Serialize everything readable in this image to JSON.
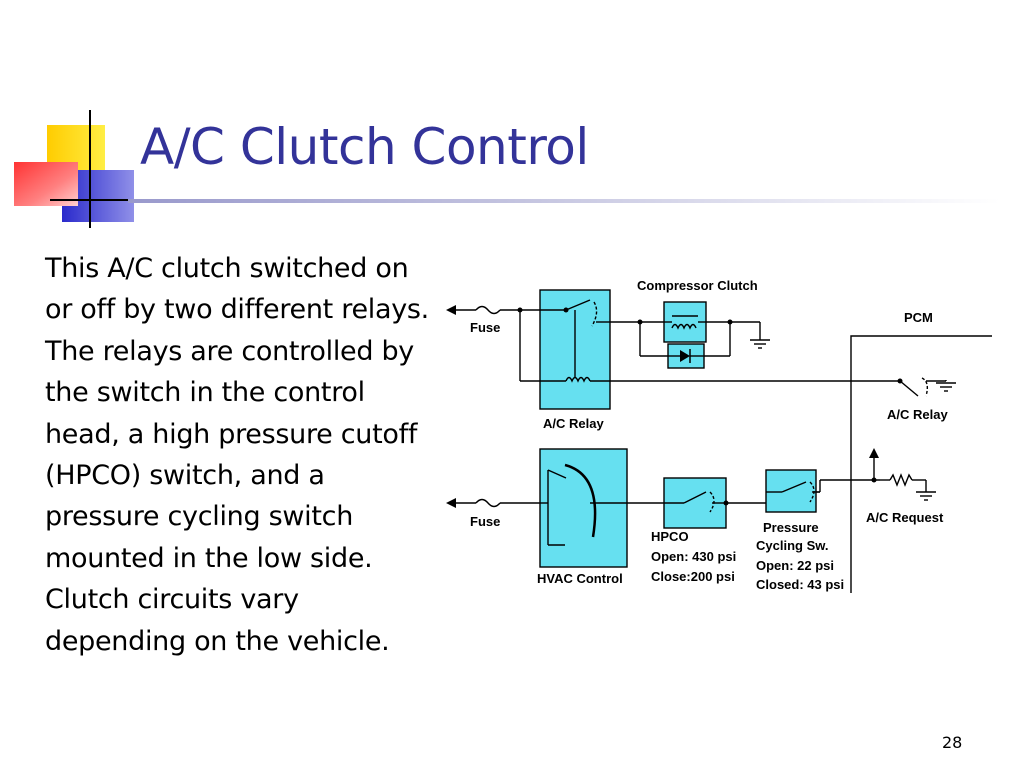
{
  "slide": {
    "title": "A/C Clutch Control",
    "body": "This A/C clutch switched on or off by two different relays. The relays are controlled by the switch in the control head, a high pressure cutoff (HPCO) switch, and a pressure cycling switch mounted in the low side. Clutch circuits vary depending on the vehicle.",
    "page_number": "28"
  },
  "colors": {
    "title": "#333399",
    "component_fill": "#66e0f0",
    "accent_yellow": "#ffcc00",
    "accent_red": "#ff5050",
    "accent_blue": "#3333cc"
  },
  "diagram": {
    "labels": {
      "compressor_clutch": "Compressor Clutch",
      "pcm": "PCM",
      "fuse_top": "Fuse",
      "ac_relay": "A/C Relay",
      "pcm_ac_relay": "A/C Relay",
      "fuse_bottom": "Fuse",
      "hvac_control": "HVAC Control",
      "hpco": "HPCO",
      "hpco_open": "Open: 430 psi",
      "hpco_close": "Close:200 psi",
      "pressure_line1": "Pressure",
      "pressure_line2": "Cycling Sw.",
      "pressure_open": "Open: 22 psi",
      "pressure_closed": "Closed: 43 psi",
      "ac_request": "A/C Request"
    },
    "icons": [
      "ground-symbol",
      "fuse-symbol",
      "coil-symbol",
      "diode-symbol",
      "switch-symbol",
      "arrow-symbol"
    ]
  }
}
